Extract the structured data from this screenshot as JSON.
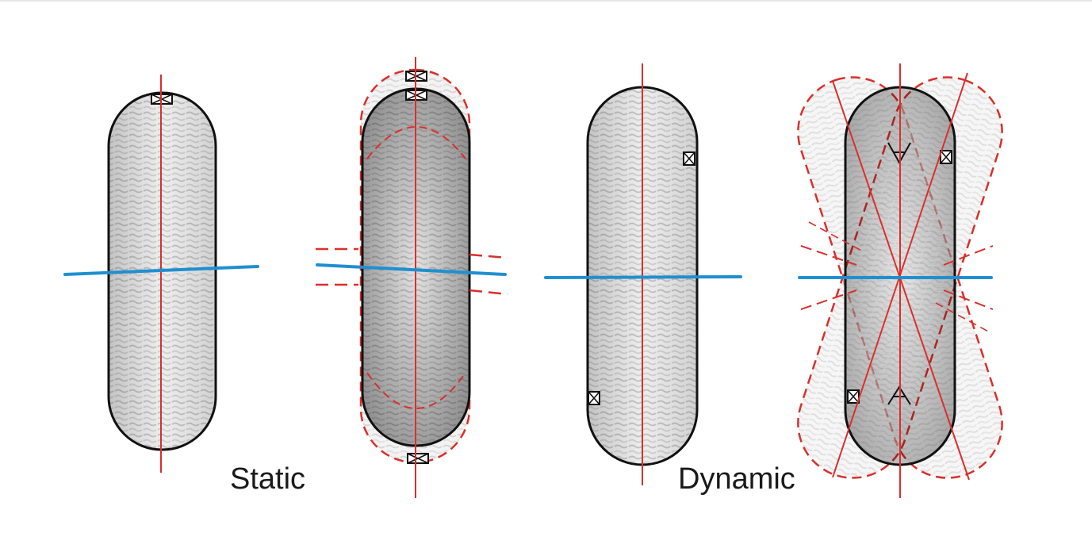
{
  "captions": {
    "static": "Static",
    "dynamic": "Dynamic"
  },
  "colors": {
    "tire_outline": "#111111",
    "center_line": "#d9302c",
    "axle_line": "#1f8fd0",
    "wobble_dashes": "#d9302c",
    "tread_light": "#f2f2f2",
    "tread_dark": "#9a9a9a",
    "balance_weight": "#1a1a1a"
  },
  "icons": {
    "balance_weight": "boxed-x-weight-icon",
    "tread": "tire-tread-pattern"
  }
}
